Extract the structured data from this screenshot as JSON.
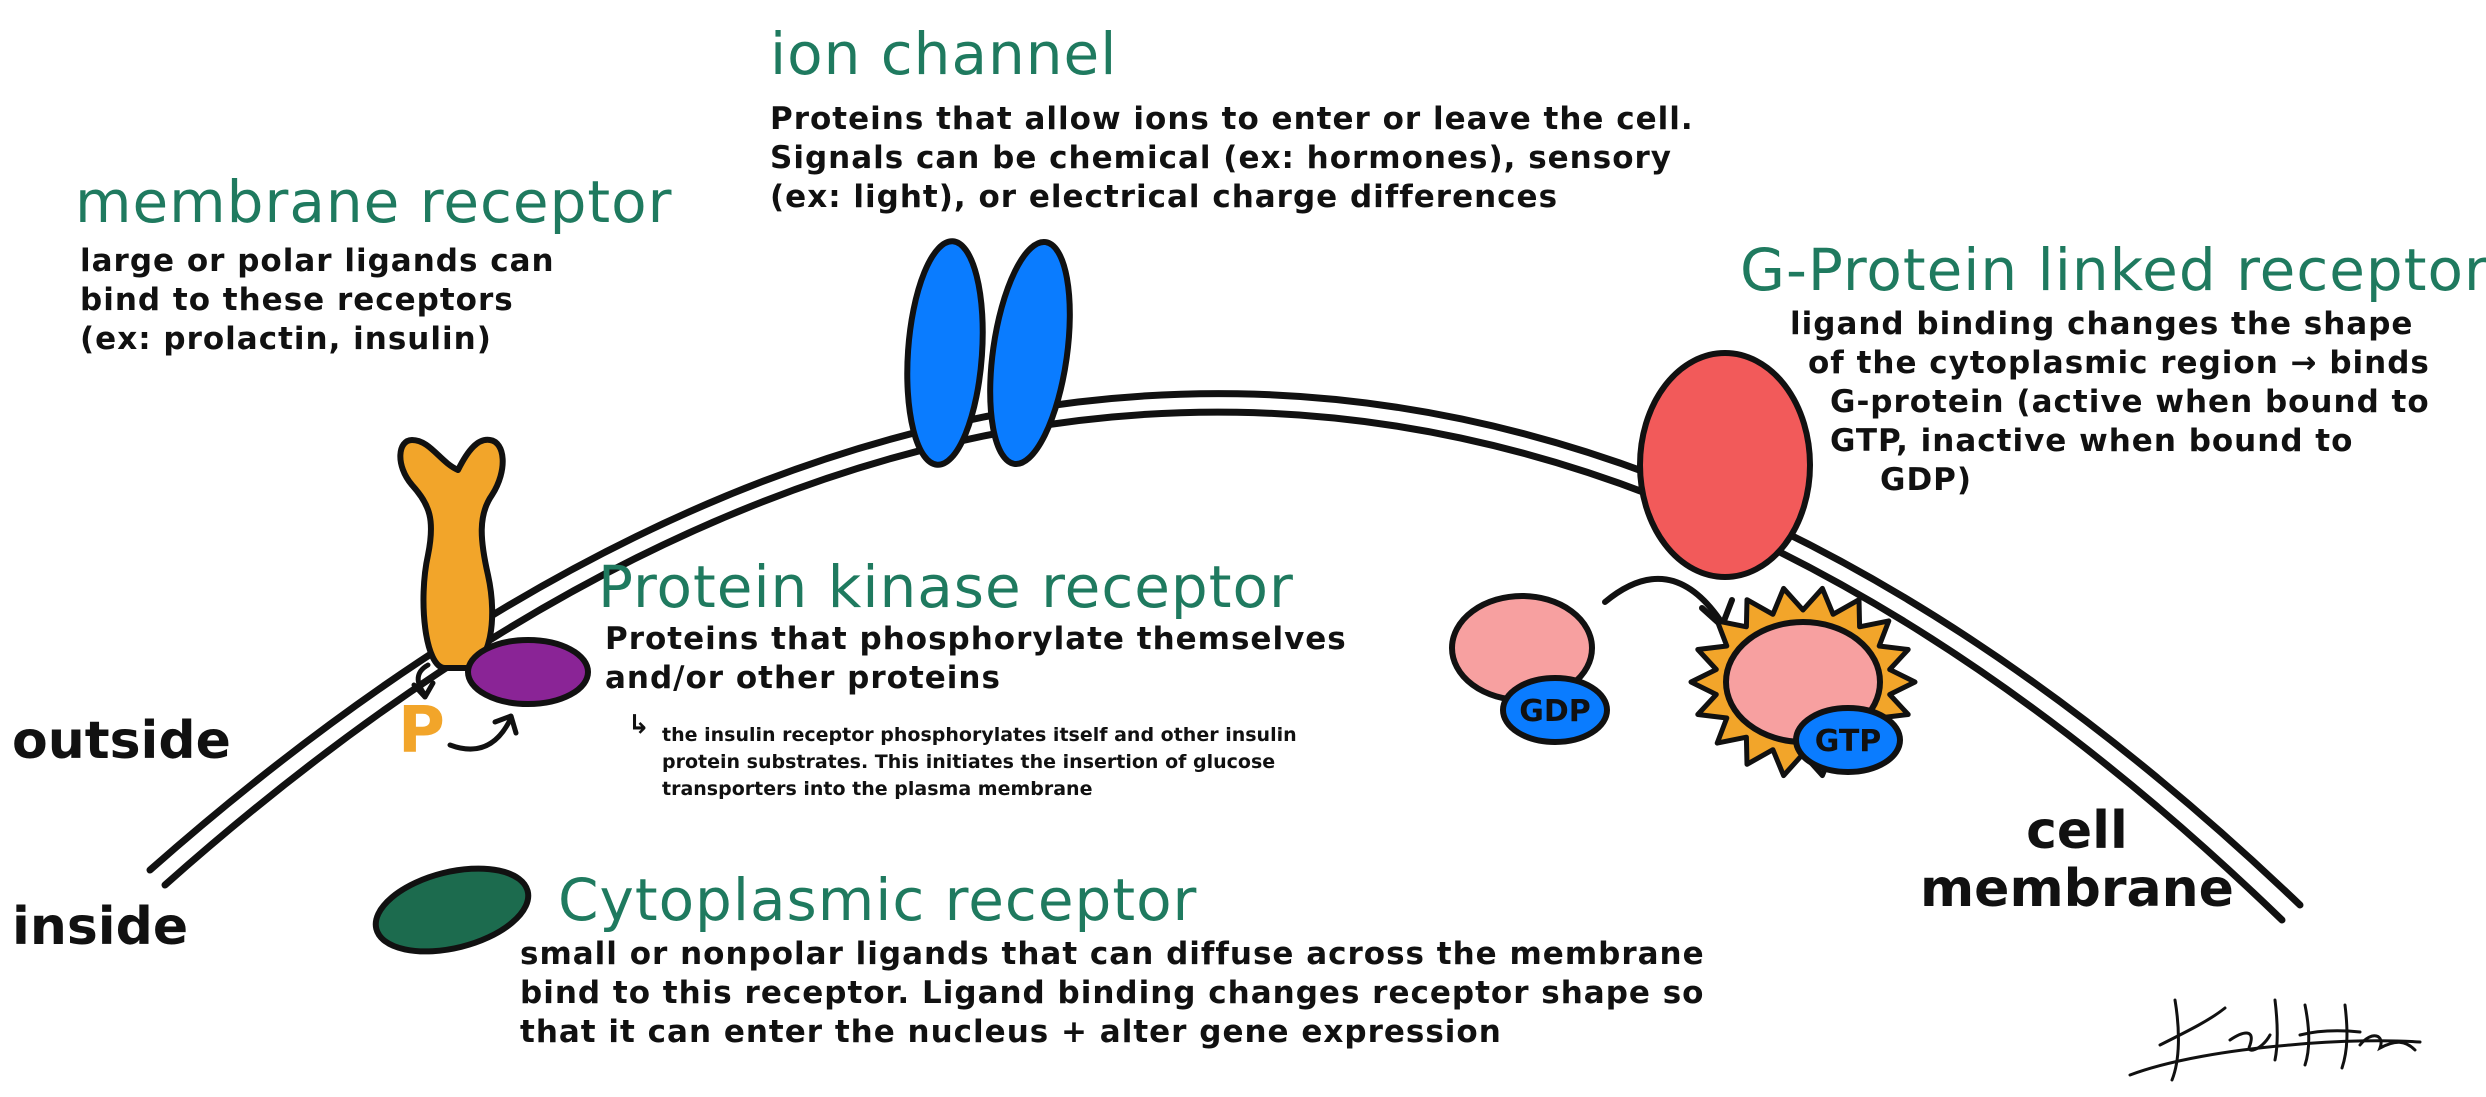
{
  "membrane_receptor": {
    "title": "membrane receptor",
    "lines": [
      "large or polar ligands can",
      "bind to these receptors",
      "(ex: prolactin, insulin)"
    ]
  },
  "ion_channel": {
    "title": "ion channel",
    "lines": [
      "Proteins that allow ions to enter or leave the cell.",
      "Signals can be chemical (ex: hormones), sensory",
      "(ex: light), or electrical charge differences"
    ]
  },
  "g_protein": {
    "title": "G-Protein linked receptor",
    "lines": [
      "ligand binding changes the shape",
      "of the cytoplasmic region → binds",
      "G-protein (active when bound to",
      "GTP, inactive when bound to",
      "GDP)"
    ],
    "gdp_label": "GDP",
    "gtp_label": "GTP"
  },
  "protein_kinase": {
    "title": "Protein kinase receptor",
    "lines": [
      "Proteins that phosphorylate themselves",
      "and/or other proteins"
    ],
    "note_arrow": "↳",
    "note_lines": [
      "the insulin receptor phosphorylates itself and other insulin",
      "protein substrates. This initiates the insertion of glucose",
      "transporters into the plasma membrane"
    ],
    "phosphate_label": "P"
  },
  "cytoplasmic": {
    "title": "Cytoplasmic receptor",
    "lines": [
      "small or nonpolar ligands that can diffuse across the membrane",
      "bind to this receptor. Ligand binding changes receptor shape so",
      "that it can enter the nucleus + alter gene expression"
    ]
  },
  "regions": {
    "outside": "outside",
    "inside": "inside",
    "cell_membrane": [
      "cell",
      "membrane"
    ]
  },
  "colors": {
    "title_green": "#1f7a5f",
    "ion_channel_blue": "#0a7cff",
    "receptor_orange": "#f2a52a",
    "kinase_purple": "#8a2496",
    "g_receptor_red": "#f25a5a",
    "g_protein_pink": "#f7a0a0",
    "cytoplasmic_green": "#1c6b4e",
    "badge_blue": "#0a7cff",
    "outline": "#111111"
  }
}
